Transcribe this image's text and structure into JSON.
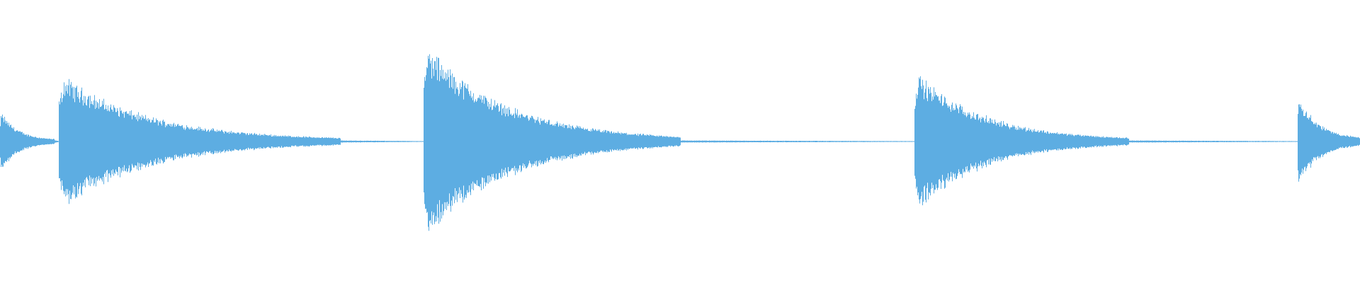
{
  "waveform": {
    "color": "#5dade2",
    "background": "#ffffff",
    "duration_fraction_note_free": true,
    "segments": [
      {
        "name": "onset-0",
        "start": 0.0,
        "peak": 0.22,
        "decay_end": 0.04,
        "tail_level": 0.01
      },
      {
        "name": "onset-1",
        "start": 0.043,
        "peak": 0.48,
        "decay_end": 0.25,
        "tail_level": 0.008
      },
      {
        "name": "onset-2",
        "start": 0.311,
        "peak": 0.7,
        "decay_end": 0.5,
        "tail_level": 0.008
      },
      {
        "name": "onset-3",
        "start": 0.672,
        "peak": 0.5,
        "decay_end": 0.83,
        "tail_level": 0.008
      },
      {
        "name": "onset-4",
        "start": 0.954,
        "peak": 0.34,
        "decay_end": 1.0,
        "tail_level": 0.02
      }
    ]
  }
}
